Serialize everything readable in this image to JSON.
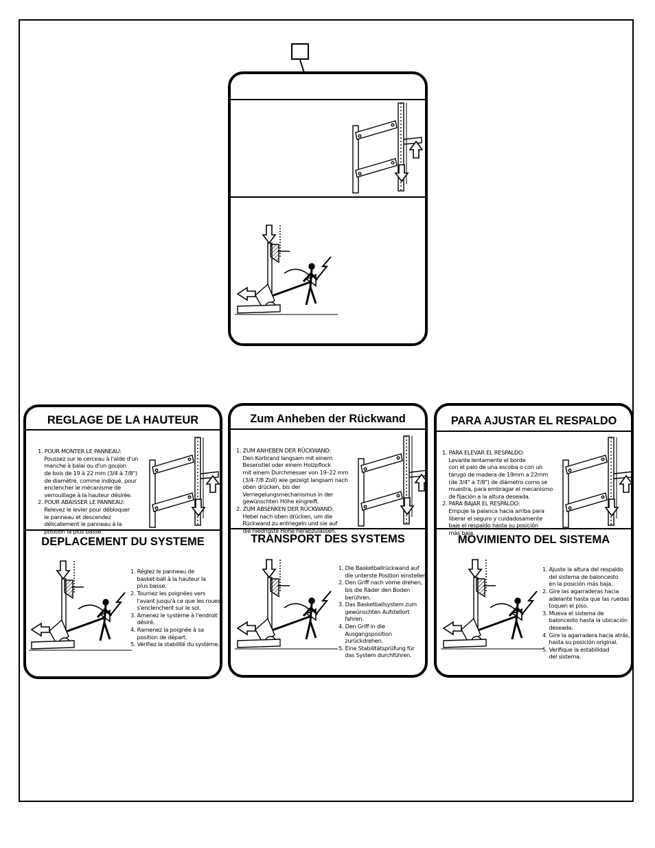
{
  "callout": {
    "label": ""
  },
  "labels": {
    "fr": {
      "height_title": "REGLAGE DE LA HAUTEUR",
      "height_text": [
        "1. POUR MONTER LE PANNEAU:",
        "    Poussez sur le cerceau à l'aide d'un",
        "    manche à balai ou d'un goujon",
        "    de bois de 19 à 22 mm (3/4 à 7/8\")",
        "    de diamètre, comme indiqué, pour",
        "    enclencher le mécanisme de",
        "    verrouillage à la hauteur désirée.",
        "2. POUR ABAISSER LE PANNEAU:",
        "    Relevez le levier pour débloquer",
        "    le panneau et descendez",
        "    délicatement le panneau à la",
        "    position la plus basse."
      ],
      "move_title": "DEPLACEMENT DU SYSTEME",
      "move_text": [
        "1. Réglez le panneau de",
        "    basket-ball à la hauteur la",
        "    plus basse.",
        "2. Tournez les poignées vers",
        "    l'avant jusqu'à ce que les roues",
        "    s'enclenchent sur le sol.",
        "3. Amenez le système à l'endroit",
        "    désiré.",
        "4. Ramenez la poignée à sa",
        "    position de départ.",
        "5. Vérifiez la stabilité du système."
      ]
    },
    "de": {
      "height_title": "Zum Anheben der Rückwand",
      "height_text": [
        "1. ZUM ANHEBEN DER RÜCKWAND:",
        "    Den Korbrand langsam mit einem",
        "    Besenstiel oder einem Holzpflock",
        "    mit einem Durchmesser von 19–22 mm",
        "    (3/4-7/8 Zoll) wie gezeigt langsam nach",
        "    oben drücken, bis der",
        "    Verriegelungsmechanismus in der",
        "    gewünschten Höhe eingreift.",
        "2. ZUM ABSENKEN DER RÜCKWAND:",
        "    Hebel nach oben drücken, um die",
        "    Rückwand zu entriegeln und sie auf",
        "    die niedrigste Höhe herabzulassen."
      ],
      "move_title": "TRANSPORT DES SYSTEMS",
      "move_text": [
        "1. Die Basketballrückwand auf",
        "    die unterste Position einstellen.",
        "2. Den Griff nach vorne drehen,",
        "    bis die Räder den Boden",
        "    berühren.",
        "3. Das Basketballsystem zum",
        "    gewünschten Aufstellort",
        "    fahren.",
        "4. Den Griff in die",
        "    Ausgangsposition",
        "    zurückdrehen.",
        "5. Eine Stabilitätsprüfung für",
        "    das System durchführen."
      ]
    },
    "es": {
      "height_title": "PARA AJUSTAR EL RESPALDO",
      "height_text": [
        "1. PARA ELEVAR EL RESPALDO:",
        "    Levante lentamente el borde",
        "    con el palo de una escoba o con un",
        "    tarugo de madera de 19mm a 22mm",
        "    (de 3/4\" a 7/8\") de diámetro como se",
        "    muestra, para embragar el mecanismo",
        "    de fijación a la altura deseada.",
        "2. PARA BAJAR EL RESPALDO:",
        "    Empuje la palanca hacia arriba para",
        "    liberar el seguro y cuidadosamente",
        "    baje el respaldo hasta su posición",
        "    más baja."
      ],
      "move_title": "MOVIMIENTO DEL SISTEMA",
      "move_text": [
        "1. Ajuste la altura del respaldo",
        "    del sistema de baloncesto",
        "    en la posición más baja.",
        "2. Gire las agarraderas hacia",
        "    adelante hasta que las ruedas",
        "    toquen el piso.",
        "3. Mueva el sistema de",
        "    baloncesto hasta la ubicación",
        "    deseada.",
        "4. Gire la agarradera hacia atrás,",
        "    hasta su posición original.",
        "5. Verifique la estabilidad",
        "    del sistema."
      ]
    }
  }
}
